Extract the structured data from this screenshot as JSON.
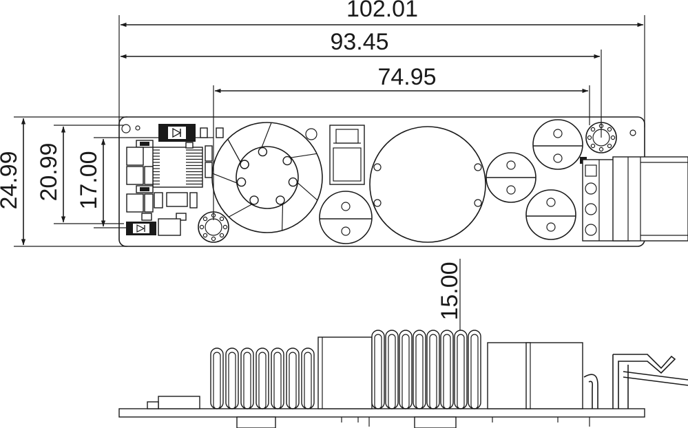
{
  "top_view": {
    "dimensions": {
      "overall_length": "102.01",
      "length_to_terminal_hole": "93.45",
      "length_between_holes": "74.95",
      "overall_width": "24.99",
      "width_inner": "20.99",
      "width_hole_spacing": "17.00"
    }
  },
  "side_view": {
    "dimensions": {
      "component_height": "15.00"
    }
  }
}
